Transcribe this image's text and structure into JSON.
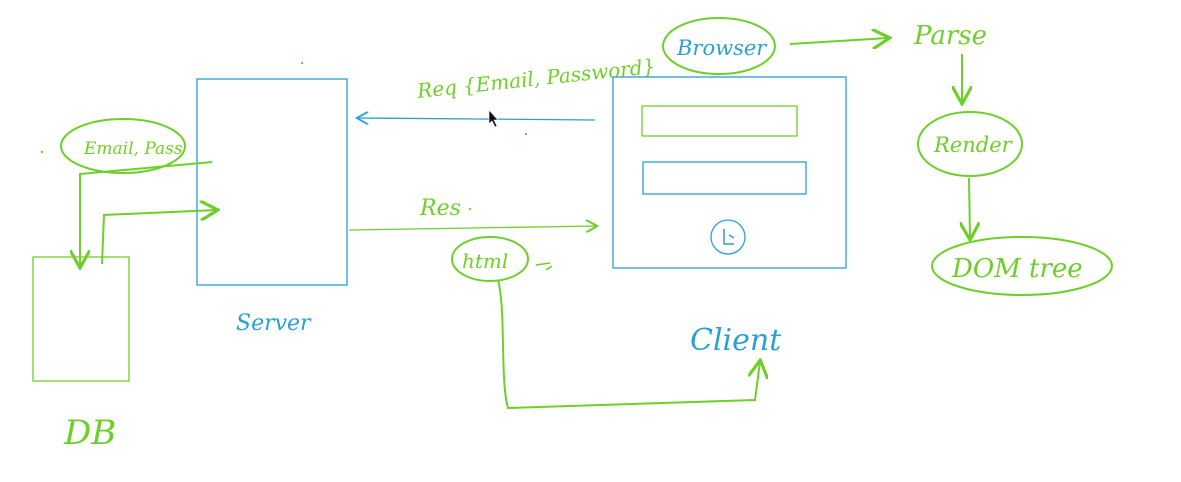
{
  "colors": {
    "green": "#6fcf2a",
    "blue": "#2a9fd6",
    "background": "#ffffff"
  },
  "labels": {
    "db": "DB",
    "server": "Server",
    "client": "Client",
    "email_pass": "Email, Pass",
    "req": "Req {Email, Password}",
    "res": "Res",
    "html": "html",
    "browser": "Browser",
    "parse": "Parse",
    "render": "Render",
    "dom_tree": "DOM tree"
  },
  "icons": {
    "cursor": "mouse-pointer-icon"
  }
}
